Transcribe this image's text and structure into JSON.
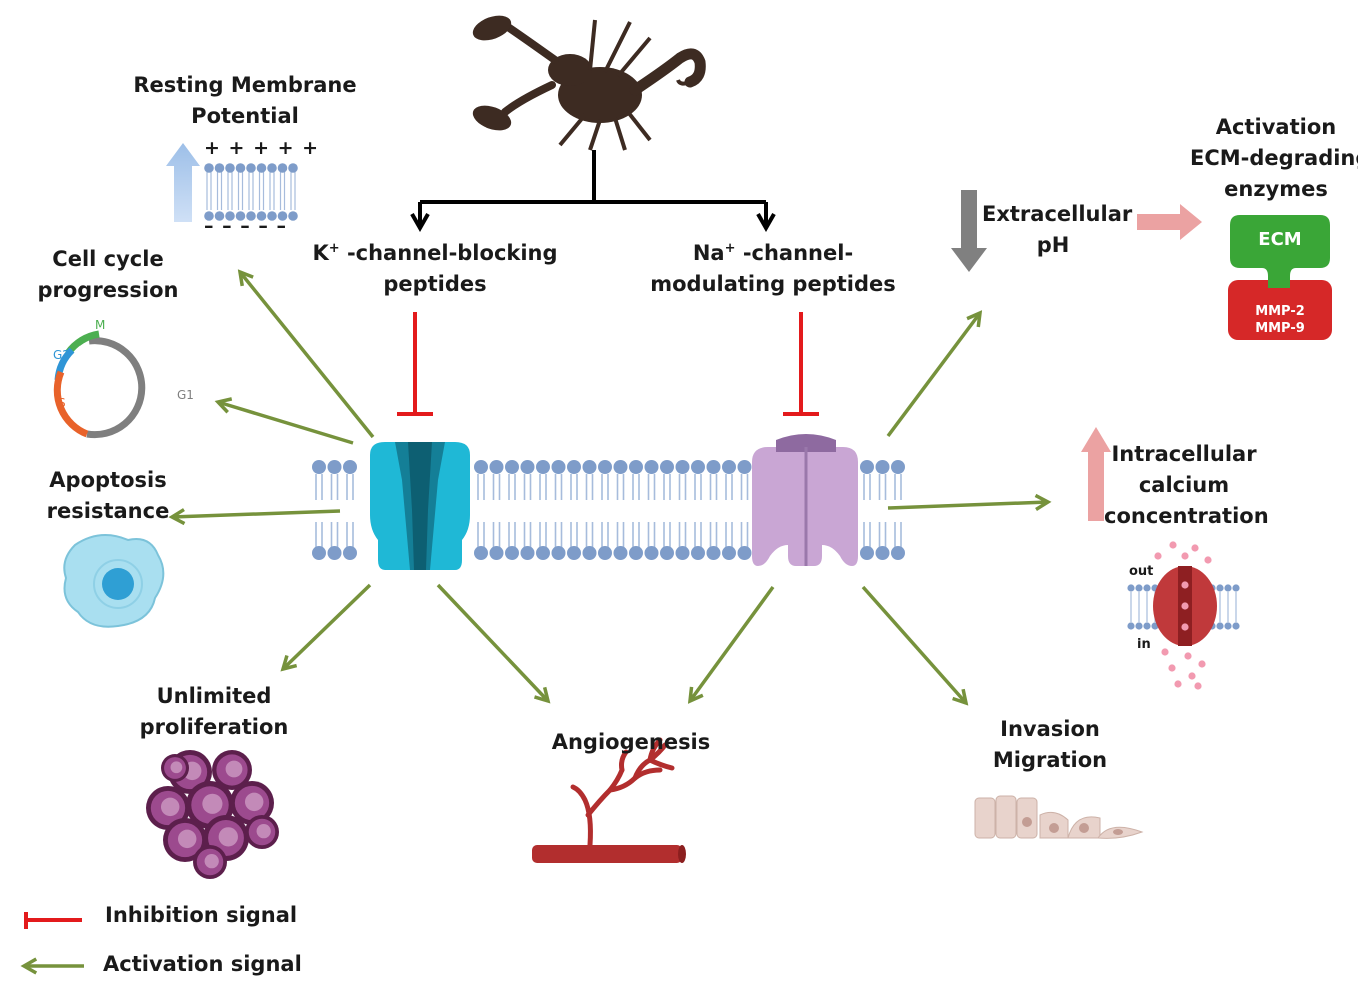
{
  "labels": {
    "resting_potential": [
      "Resting Membrane",
      "Potential"
    ],
    "cell_cycle": [
      "Cell cycle",
      "progression"
    ],
    "apoptosis": [
      "Apoptosis",
      "resistance"
    ],
    "proliferation": [
      "Unlimited",
      "proliferation"
    ],
    "angiogenesis": "Angiogenesis",
    "invasion": [
      "Invasion",
      "Migration"
    ],
    "k_peptides": [
      "-channel-blocking",
      "peptides"
    ],
    "na_peptides": [
      "-channel-",
      "modulating peptides"
    ],
    "extracellular_ph": [
      "Extracellular",
      "pH"
    ],
    "activation_ecm": [
      "Activation",
      "ECM-degrading",
      "enzymes"
    ],
    "intracellular_calcium": [
      "Intracellular",
      "calcium",
      "concentration"
    ]
  },
  "ions": {
    "k": "K",
    "na": "Na",
    "charge": "+"
  },
  "membrane_charges": {
    "top": "+ + + + +",
    "bottom": "– – – – –"
  },
  "cell_cycle_phases": {
    "m": "M",
    "g2": "G2",
    "s": "S",
    "g1": "G1"
  },
  "ecm": {
    "label": "ECM",
    "mmp2": "MMP-2",
    "mmp9": "MMP-9"
  },
  "calcium_channel": {
    "out": "out",
    "in": "in"
  },
  "legend": {
    "inhibition": "Inhibition signal",
    "activation": "Activation signal"
  },
  "colors": {
    "activation_arrow": "#76923c",
    "inhibition": "#e31a1c",
    "k_channel": "#1fb8d6",
    "na_channel": "#c9a6d4",
    "membrane_head": "#7e9cc9",
    "ecm": "#3aa637",
    "mmp": "#d62828",
    "scorpion": "#3d2b22"
  },
  "icons": [
    "scorpion-icon",
    "membrane-potential-icon",
    "cell-cycle-icon",
    "cell-icon",
    "tumor-cluster-icon",
    "blood-vessel-icon",
    "migrating-cells-icon",
    "calcium-channel-icon",
    "ecm-mmp-icon"
  ]
}
